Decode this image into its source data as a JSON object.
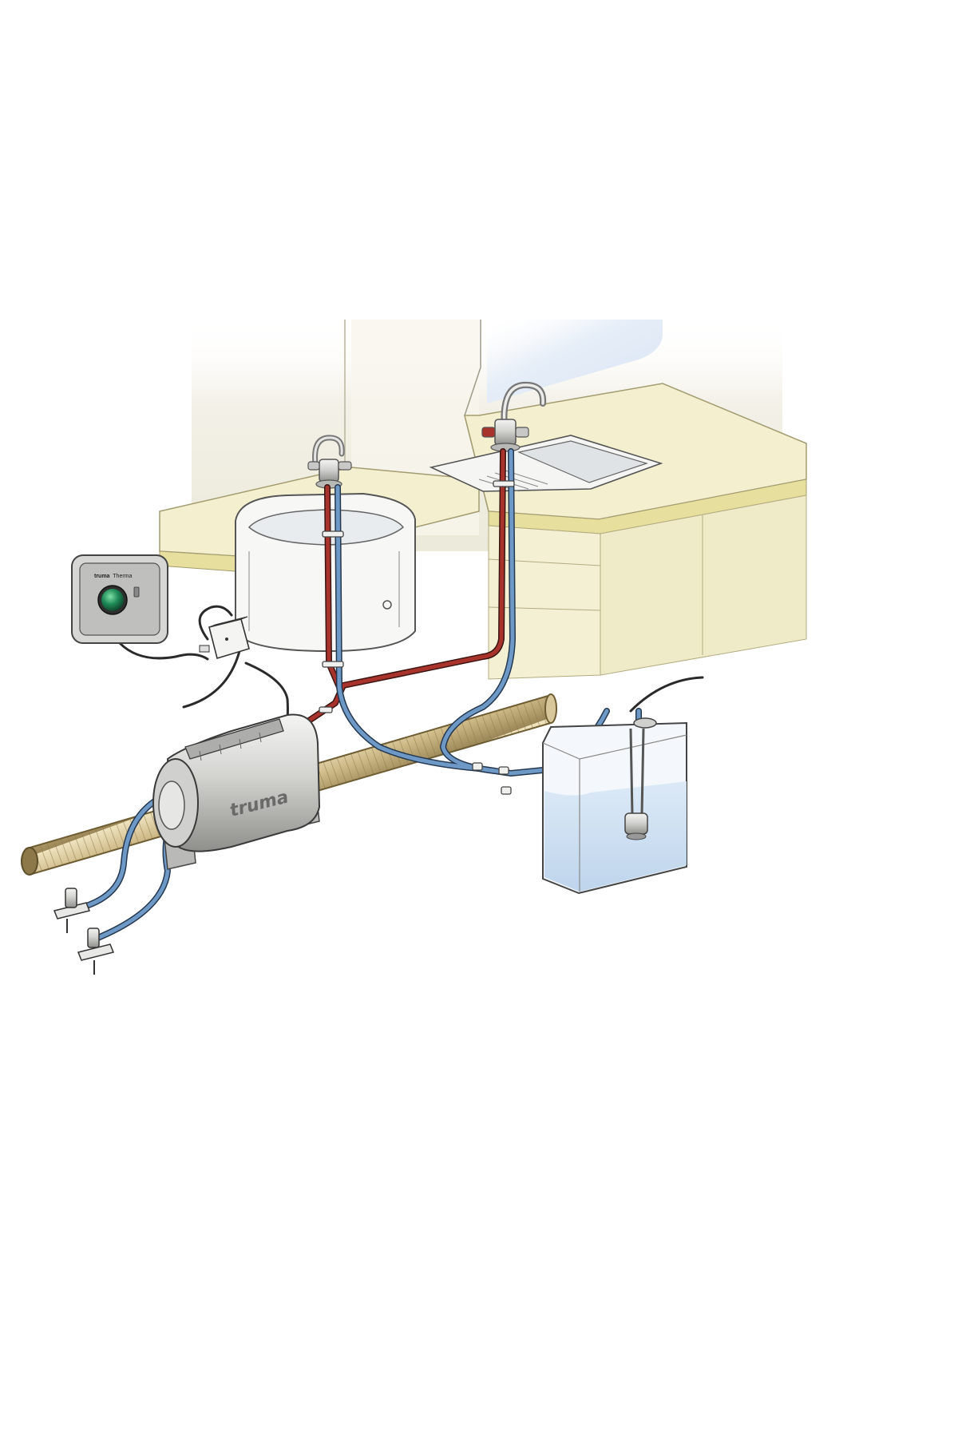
{
  "diagram": {
    "heater": {
      "brand": "truma"
    },
    "control_panel": {
      "brand": "truma",
      "product": "Therma"
    },
    "colors": {
      "hot_water": "#a8332c",
      "cold_water": "#6e98c6",
      "counter_top": "#f3efcf",
      "counter_edge": "#e7df9d",
      "wall": "#f2f0e6",
      "duct": "#c9b37f",
      "metal": "#c8c8c6",
      "tank_water": "#cfe1f2",
      "panel_button": "#1f8a58"
    },
    "icons": [
      "faucet-icon",
      "faucet-icon",
      "plug-icon",
      "rocker-switch-icon"
    ]
  }
}
